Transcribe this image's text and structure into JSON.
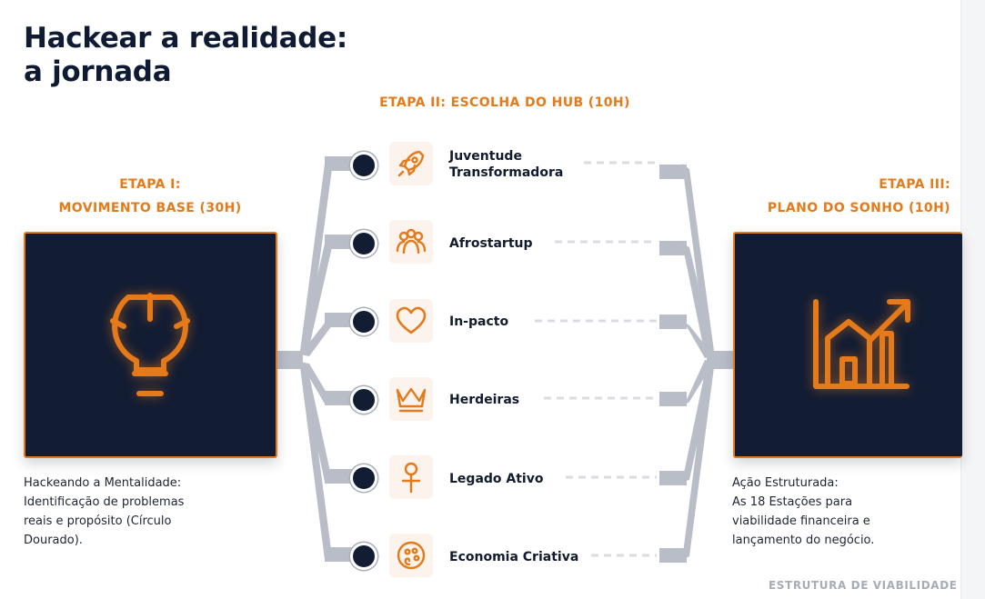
{
  "title_lines": [
    "Hackear a realidade:",
    "a jornada"
  ],
  "stage2": {
    "heading": "ETAPA II: ESCOLHA DO HUB (10H)"
  },
  "stage1": {
    "heading_lines": [
      "ETAPA I:",
      "MOVIMENTO BASE (30H)"
    ],
    "icon": "lightbulb-icon",
    "description_lines": [
      "Hackeando a Mentalidade:",
      "Identificação de problemas",
      "reais e propósito (Círculo",
      "Dourado)."
    ]
  },
  "stage3": {
    "heading_lines": [
      "ETAPA III:",
      "PLANO DO SONHO (10H)"
    ],
    "icon": "chart-house-growth-icon",
    "description_lines": [
      "Ação Estruturada:",
      "As 18 Estações para",
      "viabilidade financeira e",
      "lançamento do negócio."
    ]
  },
  "hubs": [
    {
      "label_lines": [
        "Juventude",
        "Transformadora"
      ],
      "icon": "rocket-icon"
    },
    {
      "label_lines": [
        "Afrostartup"
      ],
      "icon": "group-icon"
    },
    {
      "label_lines": [
        "In-pacto"
      ],
      "icon": "heart-icon"
    },
    {
      "label_lines": [
        "Herdeiras"
      ],
      "icon": "crown-icon"
    },
    {
      "label_lines": [
        "Legado Ativo"
      ],
      "icon": "person-icon"
    },
    {
      "label_lines": [
        "Economia Criativa"
      ],
      "icon": "palette-icon"
    }
  ],
  "footer": "ESTRUTURA DE VIABILIDADE",
  "colors": {
    "accent": "#e57a1a",
    "dark": "#121c33",
    "connector": "#b9bdc8",
    "dash": "#d9dce2"
  }
}
